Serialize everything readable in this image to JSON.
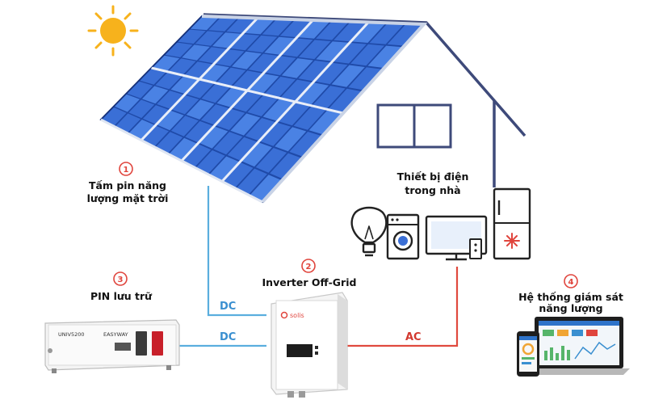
{
  "components": [
    {
      "number": "1",
      "label_line1": "Tấm pin năng",
      "label_line2": "lượng mặt trời"
    },
    {
      "number": "2",
      "label_line1": "Inverter Off-Grid"
    },
    {
      "number": "3",
      "label_line1": "PIN lưu trữ"
    },
    {
      "number": "4",
      "label_line1": "Hệ thống giám sát",
      "label_line2": "năng lượng"
    }
  ],
  "appliances": {
    "label_line1": "Thiết bị điện",
    "label_line2": "trong nhà"
  },
  "connections": {
    "panel_to_inverter": "DC",
    "battery_to_inverter": "DC",
    "inverter_to_appliances": "AC"
  },
  "battery_text": {
    "model": "UNIV5200",
    "brand": "EASYWAY"
  },
  "inverter_text": {
    "brand": "solis"
  },
  "colors": {
    "dc_wire": "#5aaede",
    "ac_wire": "#e04a3e",
    "badge": "#e0453d",
    "panel_blue": "#3a6fd6",
    "sun": "#f7b21c"
  },
  "icons": [
    "sun-icon",
    "light-bulb-icon",
    "washing-machine-icon",
    "tv-icon",
    "refrigerator-icon"
  ]
}
